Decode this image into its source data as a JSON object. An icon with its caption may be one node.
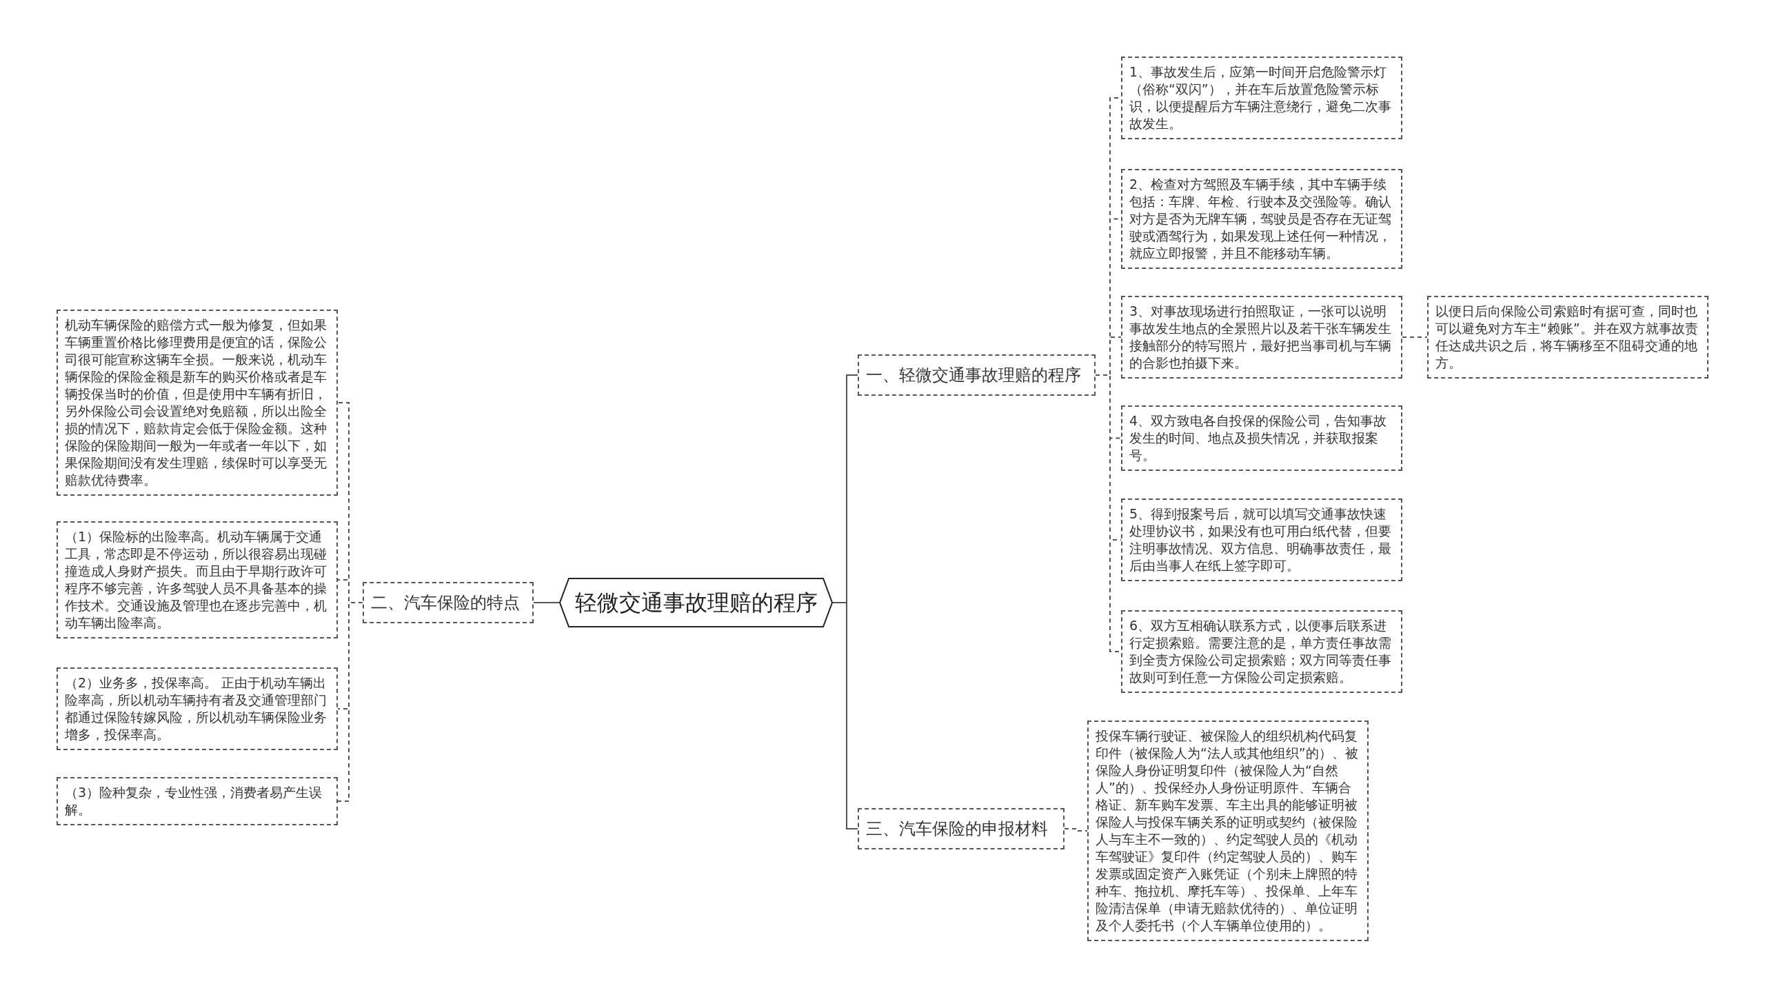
{
  "diagram": {
    "nodes": [
      {
        "text": [
          "轻微交通事故理赔的程序"
        ]
      },
      {
        "text": [
          "一、轻微交通事故理赔的程序"
        ]
      },
      {
        "text": [
          "1、事故发生后，应第一时间开启危险警示灯（俗称“双闪”），并在车后放置危险警示标识，以便提醒后方车辆注意绕行，避免二次事故发生。"
        ]
      },
      {
        "text": [
          "2、检查对方驾照及车辆手续，其中车辆手续包括：车牌、年检、行驶本及交强险等。确认对方是否为无牌车辆，驾驶员是否存在无证驾驶或酒驾行为，如果发现上述任何一种情况，就应立即报警，并且不能移动车辆。"
        ]
      },
      {
        "text": [
          "3、对事故现场进行拍照取证，一张可以说明事故发生地点的全景照片以及若干张车辆发生接触部分的特写照片，最好把当事司机与车辆的合影也拍摄下来。"
        ]
      },
      {
        "text": [
          "以便日后向保险公司索赔时有据可查，同时也可以避免对方车主“赖账”。并在双方就事故责任达成共识之后，将车辆移至不阻碍交通的地方。"
        ]
      },
      {
        "text": [
          "4、双方致电各自投保的保险公司，告知事故发生的时间、地点及损失情况，并获取报案号。"
        ]
      },
      {
        "text": [
          "5、得到报案号后，就可以填写交通事故快速处理协议书，如果没有也可用白纸代替，但要注明事故情况、双方信息、明确事故责任，最后由当事人在纸上签字即可。"
        ]
      },
      {
        "text": [
          "6、双方互相确认联系方式，以便事后联系进行定损索赔。需要注意的是，单方责任事故需到全责方保险公司定损索赔；双方同等责任事故则可到任意一方保险公司定损索赔。"
        ]
      },
      {
        "text": [
          "三、汽车保险的申报材料"
        ]
      },
      {
        "text": [
          "投保车辆行驶证、被保险人的组织机构代码复印件（被保险人为“法人或其他组织”的）、被保险人身份证明复印件（被保险人为“自然人”的）、投保经办人身份证明原件、车辆合格证、新车购车发票、车主出具的能够证明被保险人与投保车辆关系的证明或契约（被保险人与车主不一致的）、约定驾驶人员的《机动车驾驶证》复印件（约定驾驶人员的）、购车发票或固定资产入账凭证（个别未上牌照的特种车、拖拉机、摩托车等）、投保单、上年车险清洁保单（申请无赔款优待的）、单位证明及个人委托书（个人车辆单位使用的）。"
        ]
      },
      {
        "text": [
          "二、汽车保险的特点"
        ]
      },
      {
        "text": [
          "机动车辆保险的赔偿方式一般为修复，但如果车辆重置价格比修理费用是便宜的话，保险公司很可能宣称这辆车全损。一般来说，机动车辆保险的保险金额是新车的购买价格或者是车辆投保当时的价值，但是使用中车辆有折旧，另外保险公司会设置绝对免赔额，所以出险全损的情况下，赔款肯定会低于保险金额。这种保险的保险期间一般为一年或者一年以下，如果保险期间没有发生理赔，续保时可以享受无赔款优待费率。"
        ]
      },
      {
        "text": [
          "（1）保险标的出险率高。机动车辆属于交通工具，常态即是不停运动，所以很容易出现碰撞造成人身财产损失。而且由于早期行政许可程序不够完善，许多驾驶人员不具备基本的操作技术。交通设施及管理也在逐步完善中，机动车辆出险率高。"
        ]
      },
      {
        "text": [
          "（2）业务多，投保率高。 正由于机动车辆出险率高，所以机动车辆持有者及交通管理部门都通过保险转嫁风险，所以机动车辆保险业务增多，投保率高。"
        ]
      },
      {
        "text": [
          "（3）险种复杂，专业性强，消费者易产生误解。"
        ]
      }
    ],
    "edges": [
      {
        "from": 0,
        "to": 1,
        "arrow": "none"
      },
      {
        "from": 1,
        "to": 2,
        "arrow": "none",
        "style": "dashed"
      },
      {
        "from": 1,
        "to": 3,
        "arrow": "none",
        "style": "dashed"
      },
      {
        "from": 1,
        "to": 4,
        "arrow": "none",
        "style": "dashed"
      },
      {
        "from": 4,
        "to": 5,
        "arrow": "none",
        "style": "dashed"
      },
      {
        "from": 1,
        "to": 6,
        "arrow": "none",
        "style": "dashed"
      },
      {
        "from": 1,
        "to": 7,
        "arrow": "none",
        "style": "dashed"
      },
      {
        "from": 1,
        "to": 8,
        "arrow": "none",
        "style": "dashed"
      },
      {
        "from": 0,
        "to": 9,
        "arrow": "none"
      },
      {
        "from": 9,
        "to": 10,
        "arrow": "none",
        "style": "dashed"
      },
      {
        "from": 0,
        "to": 11,
        "arrow": "none"
      },
      {
        "from": 11,
        "to": 12,
        "arrow": "none",
        "style": "dashed"
      },
      {
        "from": 11,
        "to": 13,
        "arrow": "none",
        "style": "dashed"
      },
      {
        "from": 11,
        "to": 14,
        "arrow": "none",
        "style": "dashed"
      },
      {
        "from": 11,
        "to": 15,
        "arrow": "none",
        "style": "dashed"
      }
    ]
  }
}
